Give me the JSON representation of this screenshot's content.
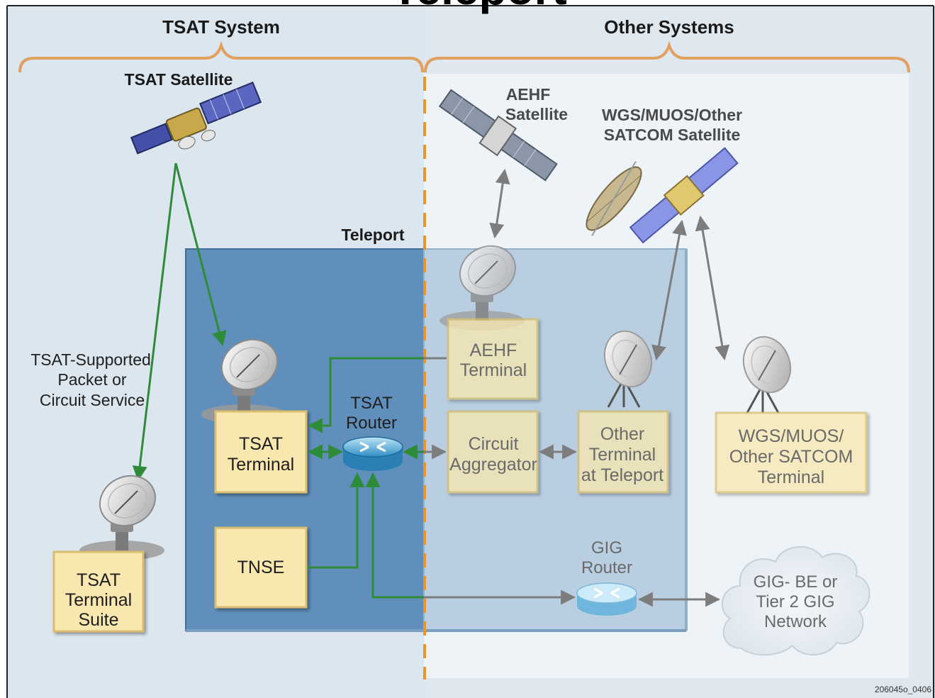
{
  "header": {
    "title_fragment": "Teleport",
    "left_section": "TSAT System",
    "right_section": "Other Systems"
  },
  "satellites": {
    "tsat": "TSAT Satellite",
    "aehf_line1": "AEHF",
    "aehf_line2": "Satellite",
    "wgs_line1": "WGS/MUOS/Other",
    "wgs_line2": "SATCOM Satellite"
  },
  "teleport_label": "Teleport",
  "service_label": {
    "line1": "TSAT-Supported",
    "line2": "Packet or",
    "line3": "Circuit Service"
  },
  "boxes": {
    "tsat_terminal": [
      "TSAT",
      "Terminal"
    ],
    "tnse": [
      "TNSE"
    ],
    "tsat_terminal_suite": [
      "TSAT",
      "Terminal",
      "Suite"
    ],
    "aehf_terminal": [
      "AEHF",
      "Terminal"
    ],
    "circuit_aggregator": [
      "Circuit",
      "Aggregator"
    ],
    "other_terminal": [
      "Other",
      "Terminal",
      "at Teleport"
    ],
    "wgs_terminal": [
      "WGS/MUOS/",
      "Other SATCOM",
      "Terminal"
    ]
  },
  "routers": {
    "tsat": [
      "TSAT",
      "Router"
    ],
    "gig": [
      "GIG",
      "Router"
    ]
  },
  "cloud": [
    "GIG- BE or",
    "Tier 2 GIG",
    "Network"
  ],
  "figure_id": "206045o_0406",
  "colors": {
    "tsat_link": "#2e8b3a",
    "other_link": "#7d7d7d",
    "bracket": "#e0a060",
    "divider": "#e8962a",
    "teleport_fill": "#5e8fba",
    "box_fill": "#f8e7ae",
    "background_left": "#dbe6ee",
    "background_right": "#edf2f6"
  }
}
